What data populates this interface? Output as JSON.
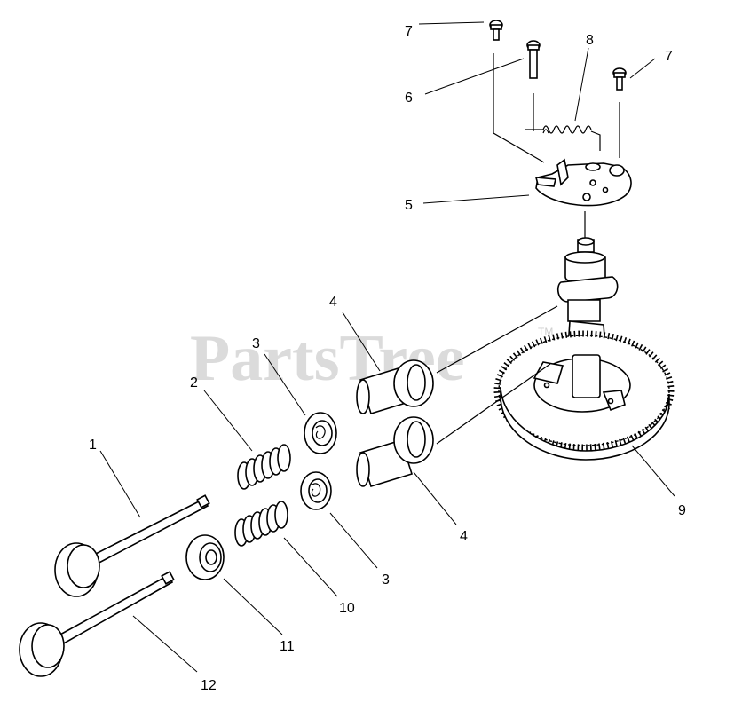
{
  "watermark": {
    "text": "PartsTree",
    "trademark": "TM"
  },
  "callouts": {
    "c1": "1",
    "c2": "2",
    "c3a": "3",
    "c3b": "3",
    "c4a": "4",
    "c4b": "4",
    "c5": "5",
    "c6": "6",
    "c7a": "7",
    "c7b": "7",
    "c8": "8",
    "c9": "9",
    "c10": "10",
    "c11": "11",
    "c12": "12"
  }
}
